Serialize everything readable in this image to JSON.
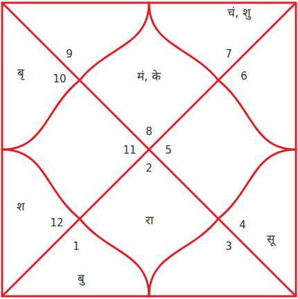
{
  "diagram": {
    "nodes": [
      {
        "text": [
          "मं, के",
          "8"
        ]
      },
      {
        "text": [
          "9"
        ]
      },
      {
        "text": [
          "बृ",
          "10"
        ]
      },
      {
        "text": [
          "11"
        ]
      },
      {
        "text": [
          "श",
          "12"
        ]
      },
      {
        "text": [
          "1",
          "बु"
        ]
      },
      {
        "text": [
          "2",
          "रा"
        ]
      },
      {
        "text": [
          "3"
        ]
      },
      {
        "text": [
          "4",
          "सू"
        ]
      },
      {
        "text": [
          "5"
        ]
      },
      {
        "text": [
          "6"
        ]
      },
      {
        "text": [
          "चं, शु",
          "7"
        ]
      }
    ]
  }
}
